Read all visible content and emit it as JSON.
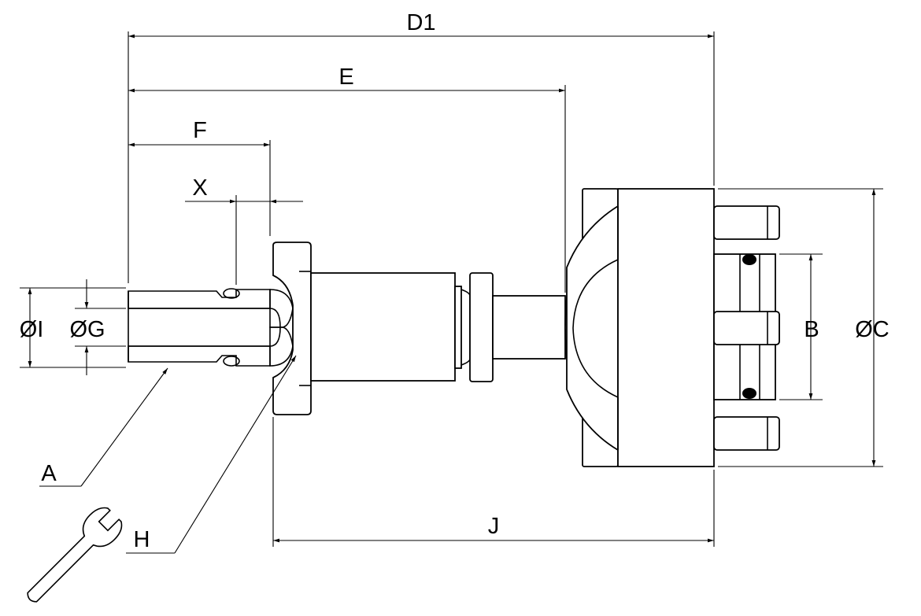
{
  "colors": {
    "line": "#000000",
    "background": "#ffffff"
  },
  "dimensions": {
    "d1": "D1",
    "e": "E",
    "f": "F",
    "x": "X",
    "j": "J",
    "dia_i": "ØI",
    "dia_g": "ØG",
    "b": "B",
    "dia_c": "ØC"
  },
  "callouts": {
    "a": "A",
    "h": "H"
  },
  "icons": {
    "tool": "wrench-icon"
  }
}
